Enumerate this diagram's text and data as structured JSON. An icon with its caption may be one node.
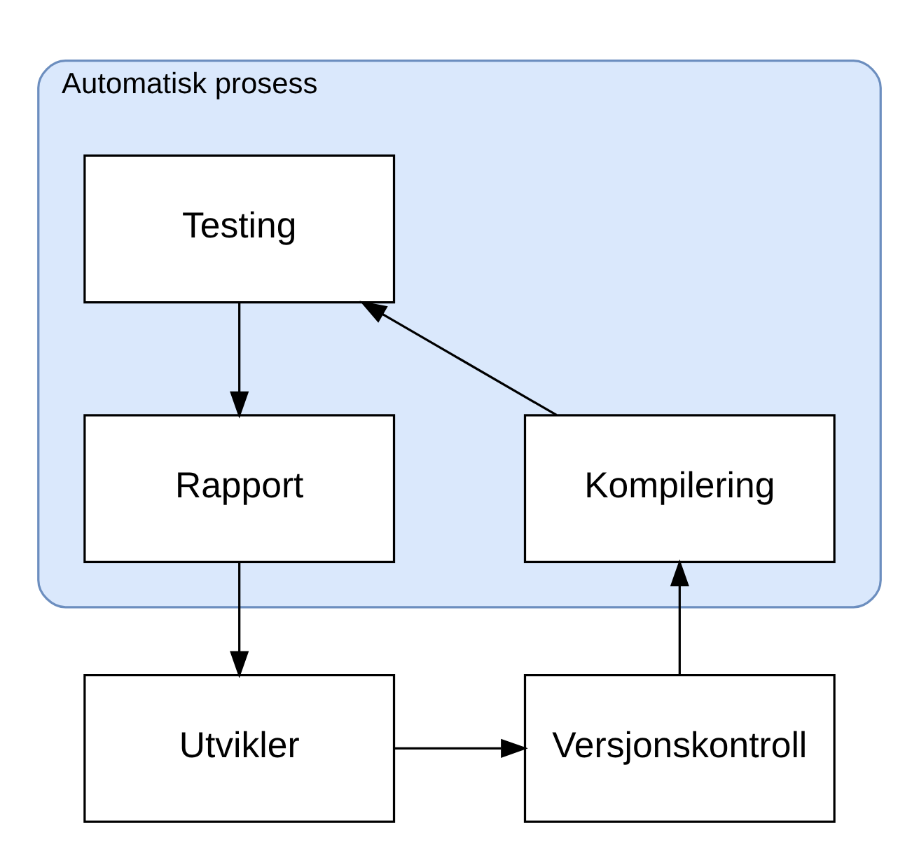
{
  "diagram": {
    "nodes": [
      {
        "text": [
          "Automatisk prosess"
        ]
      },
      {
        "text": [
          "Testing"
        ],
        "in": 0
      },
      {
        "text": [
          "Rapport"
        ],
        "in": 0
      },
      {
        "text": [
          "Kompilering"
        ],
        "in": 0
      },
      {
        "text": [
          "Utvikler"
        ]
      },
      {
        "text": [
          "Versjonskontroll"
        ]
      }
    ],
    "edges": [
      {
        "from": 1,
        "to": 2,
        "arrow": "to"
      },
      {
        "from": 3,
        "to": 1,
        "arrow": "to"
      },
      {
        "from": 2,
        "to": 4,
        "arrow": "to"
      },
      {
        "from": 4,
        "to": 5,
        "arrow": "to"
      },
      {
        "from": 5,
        "to": 3,
        "arrow": "to"
      }
    ]
  }
}
